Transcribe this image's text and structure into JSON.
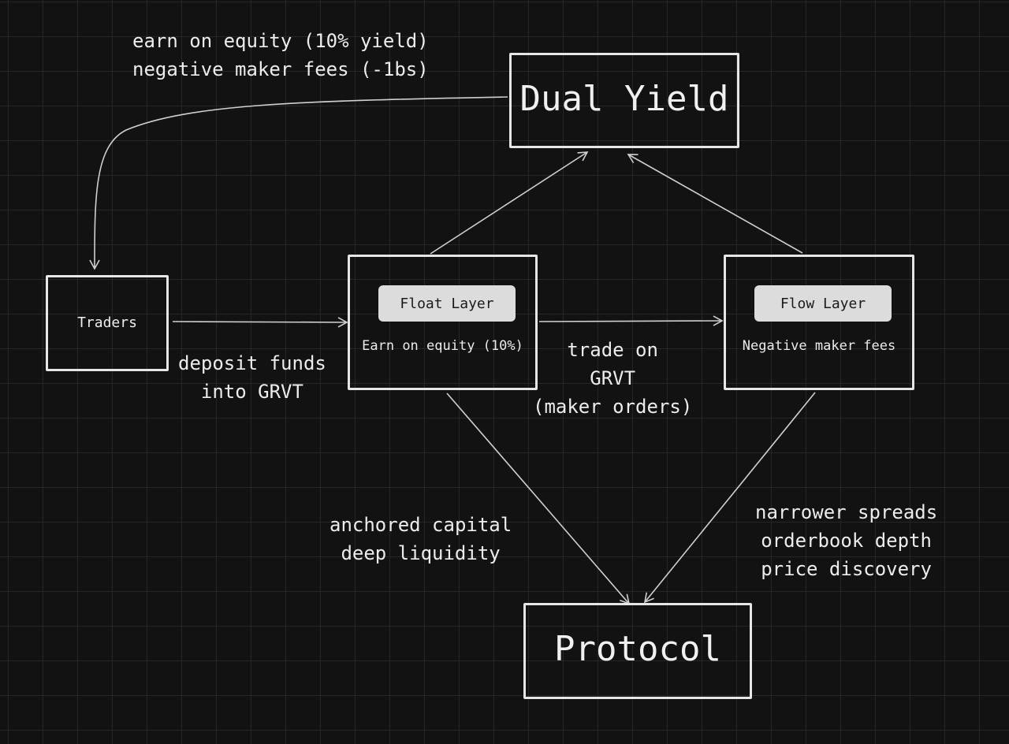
{
  "nodes": {
    "dual_yield": "Dual Yield",
    "traders": "Traders",
    "float_layer": {
      "badge": "Float Layer",
      "caption": "Earn on equity (10%)"
    },
    "flow_layer": {
      "badge": "Flow Layer",
      "caption": "Negative maker fees"
    },
    "protocol": "Protocol"
  },
  "edge_labels": {
    "yield_to_traders": {
      "line1": "earn on equity (10% yield)",
      "line2": "negative maker fees (-1bs)"
    },
    "traders_to_float": {
      "line1": "deposit funds",
      "line2": "into GRVT"
    },
    "float_to_flow": {
      "line1": "trade on",
      "line2": "GRVT",
      "line3": "(maker orders)"
    },
    "float_to_protocol": {
      "line1": "anchored capital",
      "line2": "deep liquidity"
    },
    "flow_to_protocol": {
      "line1": "narrower spreads",
      "line2": "orderbook depth",
      "line3": "price discovery"
    }
  },
  "colors": {
    "background": "#121212",
    "grid": "#262626",
    "stroke": "#e6e6e6",
    "badge_fill": "#dcdcdc",
    "badge_text": "#1b1b1b"
  }
}
